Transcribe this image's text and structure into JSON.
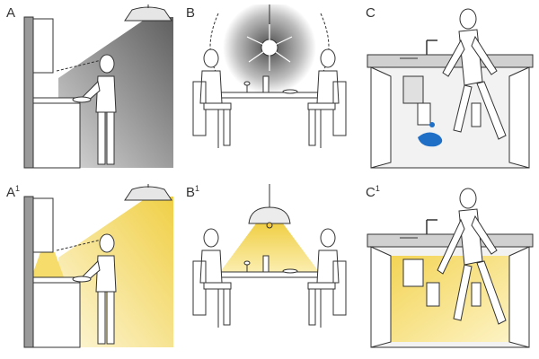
{
  "panels": {
    "a": {
      "letter": "A",
      "sup": ""
    },
    "b": {
      "letter": "B",
      "sup": ""
    },
    "c": {
      "letter": "C",
      "sup": ""
    },
    "a1": {
      "letter": "A",
      "sup": "1"
    },
    "b1": {
      "letter": "B",
      "sup": "1"
    },
    "c1": {
      "letter": "C",
      "sup": "1"
    }
  },
  "colors": {
    "shadow": "#6f6f6f",
    "warm_light": "#f2d24a",
    "line": "#333333",
    "spill": "#1f6fc7",
    "wall": "#9a9a9a"
  }
}
